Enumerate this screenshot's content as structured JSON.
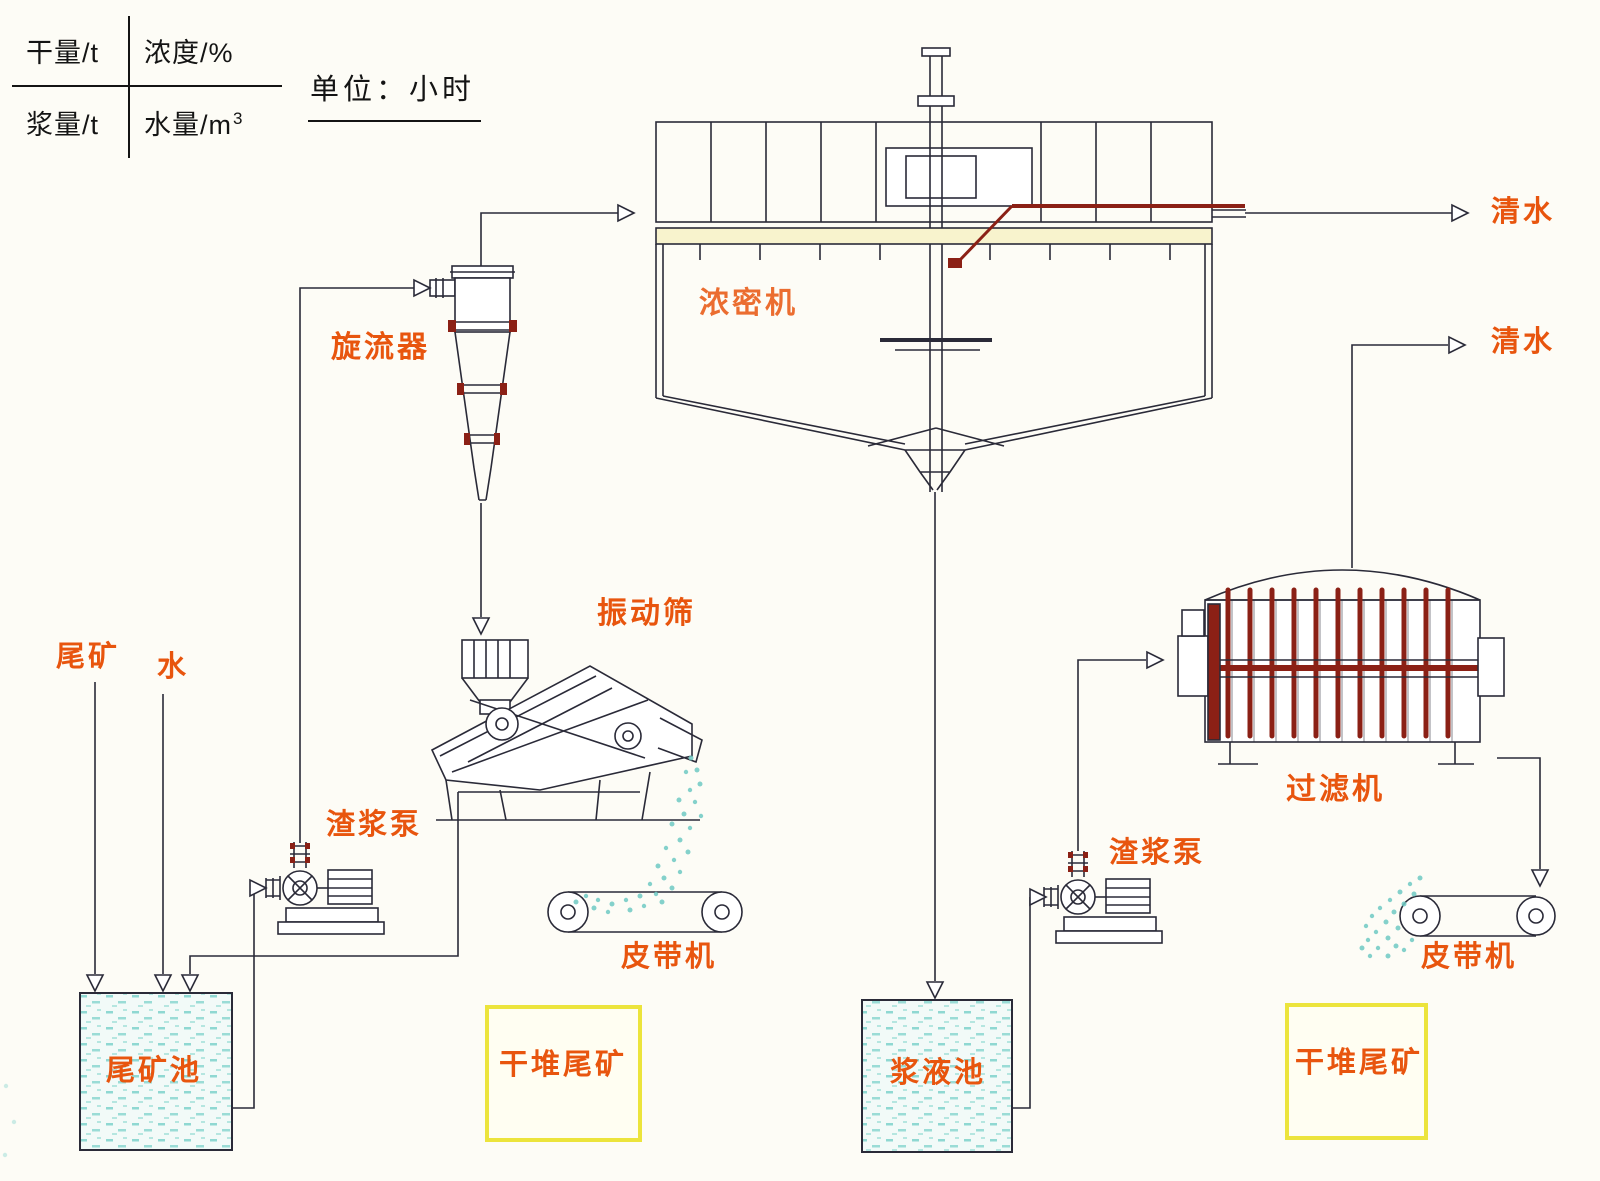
{
  "legend": {
    "cell_top_left": "干量/t",
    "cell_top_right": "浓度/%",
    "cell_bottom_left": "浆量/t",
    "cell_bottom_right_base": "水量/m",
    "cell_bottom_right_sup": "3",
    "unit": "单位：小时"
  },
  "labels": {
    "cyclone": "旋流器",
    "thickener": "浓密机",
    "clear_water_top": "清水",
    "clear_water_mid": "清水",
    "vibrating_screen": "振动筛",
    "tailings_feed": "尾矿",
    "water_feed": "水",
    "slurry_pump_left": "渣浆泵",
    "slurry_pump_right": "渣浆泵",
    "belt_conveyor_left": "皮带机",
    "belt_conveyor_right": "皮带机",
    "filter": "过滤机",
    "tailings_pond": "尾矿池",
    "slurry_pond": "浆液池",
    "dry_stack_left": "干堆尾矿",
    "dry_stack_right": "干堆尾矿"
  },
  "colors": {
    "label_orange": "#e8550e",
    "line_dark": "#2a2a38",
    "accent_red": "#8b2015",
    "spray_cyan": "#6fcac4",
    "pond_speckle": "#8fd8d2",
    "dry_stack_yellow": "#ece43c",
    "launder_yellow": "#f8f3cd"
  }
}
